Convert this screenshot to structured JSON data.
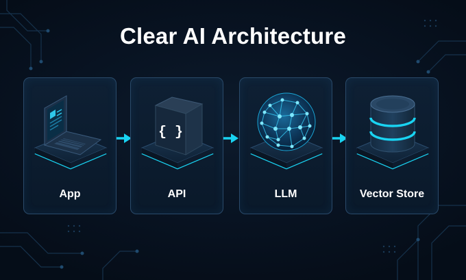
{
  "title": "Clear AI Architecture",
  "components": [
    {
      "label": "App",
      "icon": "laptop-icon"
    },
    {
      "label": "API",
      "icon": "code-cube-icon"
    },
    {
      "label": "LLM",
      "icon": "neural-sphere-icon"
    },
    {
      "label": "Vector Store",
      "icon": "database-icon"
    }
  ],
  "connections": [
    {
      "from": "App",
      "to": "API"
    },
    {
      "from": "API",
      "to": "LLM"
    },
    {
      "from": "LLM",
      "to": "Vector Store"
    }
  ],
  "api_glyph": "{ }",
  "colors": {
    "background": "#07111e",
    "card_fill": "#0c1c2e",
    "card_border": "#2a4a6a",
    "accent_cyan": "#19d3f2",
    "title_text": "#ffffff"
  }
}
